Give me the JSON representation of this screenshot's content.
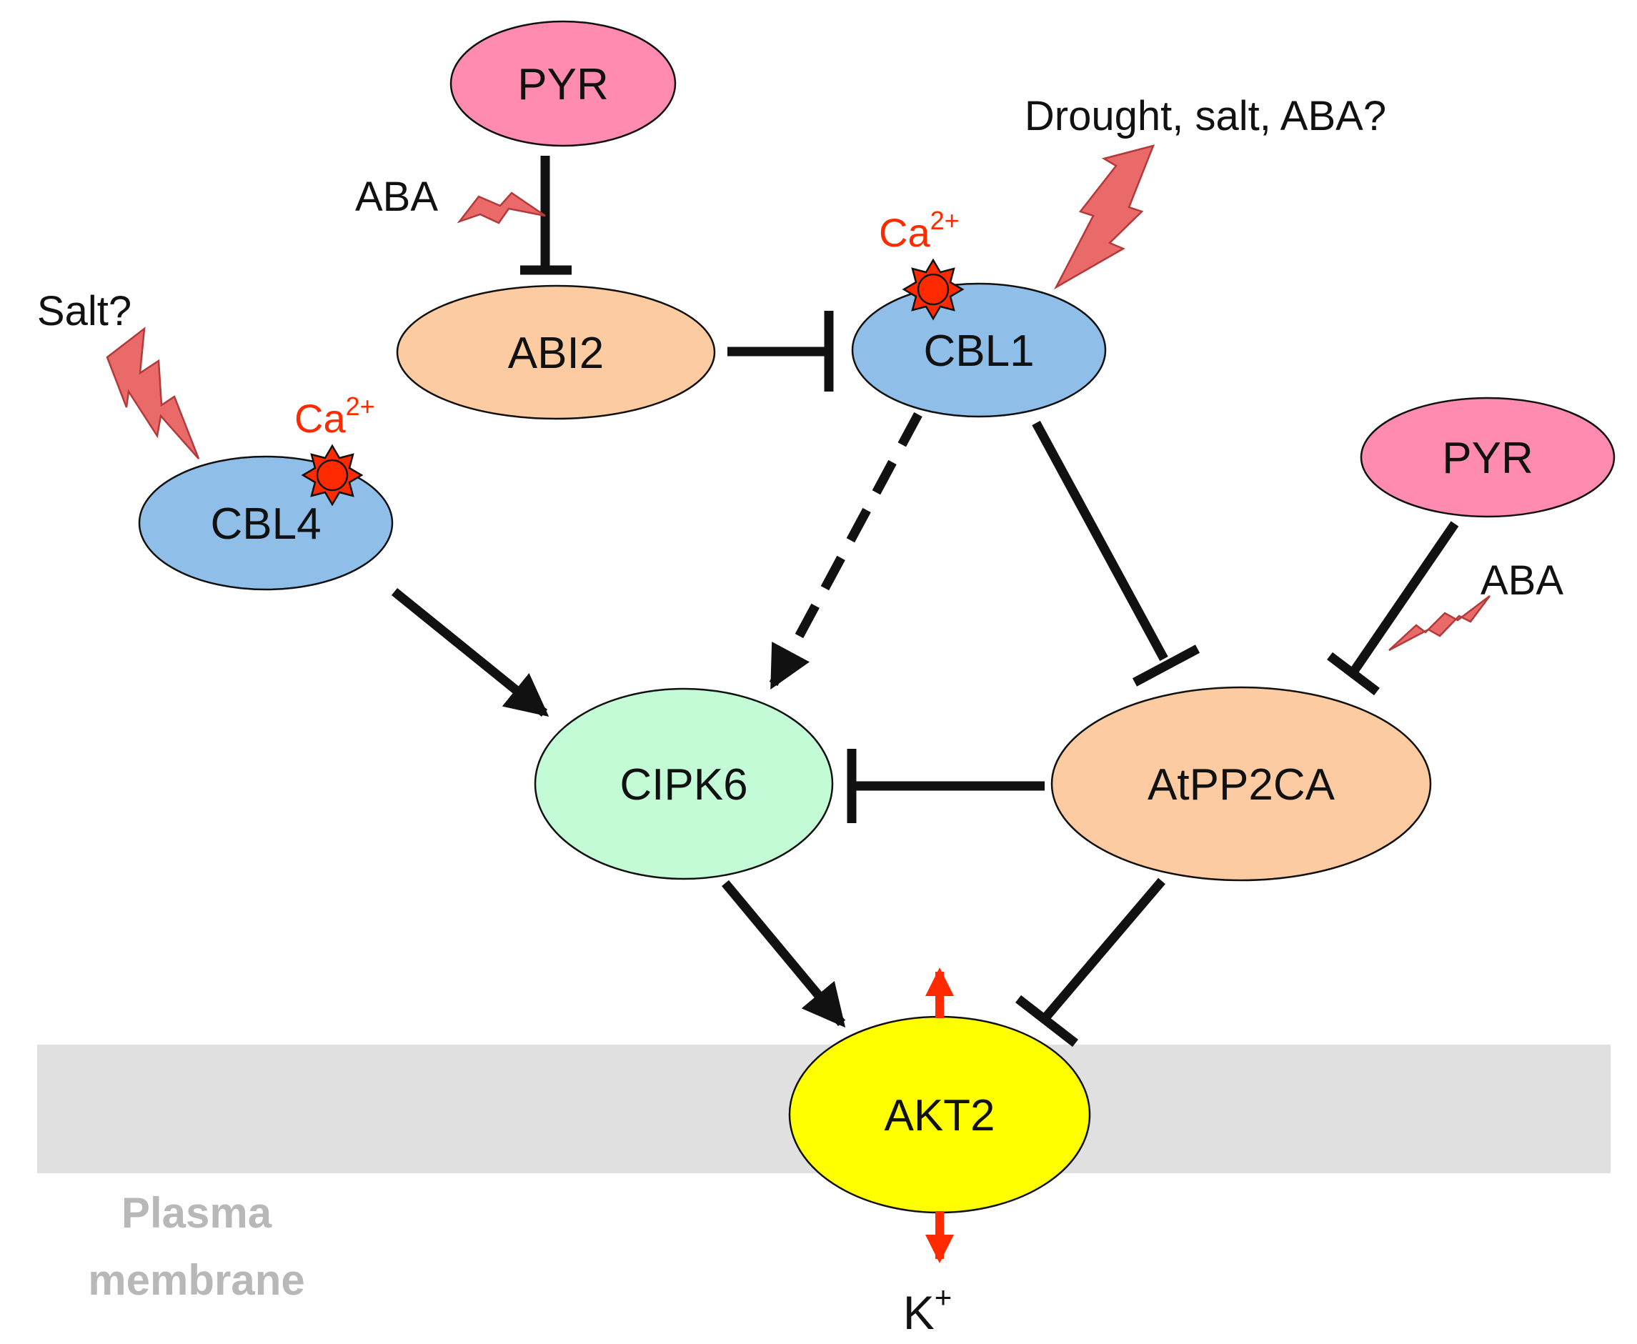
{
  "nodes": {
    "pyr_top": {
      "label": "PYR",
      "color": "#ff8cb0"
    },
    "abi2": {
      "label": "ABI2",
      "color": "#fdcba1"
    },
    "cbl1": {
      "label": "CBL1",
      "color": "#8fbfe9"
    },
    "cbl4": {
      "label": "CBL4",
      "color": "#8fbfe9"
    },
    "pyr_right": {
      "label": "PYR",
      "color": "#ff8cb0"
    },
    "cipk6": {
      "label": "CIPK6",
      "color": "#c2fbd6"
    },
    "atpp2ca": {
      "label": "AtPP2CA",
      "color": "#fdcba1"
    },
    "akt2": {
      "label": "AKT2",
      "color": "#ffff00"
    }
  },
  "stimuli": {
    "aba_top": "ABA",
    "drought": "Drought, salt, ABA?",
    "salt": "Salt?",
    "aba_right": "ABA"
  },
  "calcium": {
    "base": "Ca",
    "superscript": "2+",
    "color": "#ff2a00"
  },
  "membrane": {
    "line1": "Plasma",
    "line2": "membrane",
    "color": "#e0e0e0"
  },
  "ion": {
    "base": "K",
    "superscript": "+",
    "arrow_color": "#ff2a00"
  },
  "edges": [
    {
      "from": "PYR",
      "to": "ABI2",
      "type": "inhibition"
    },
    {
      "from": "ABI2",
      "to": "CBL1",
      "type": "inhibition"
    },
    {
      "from": "CBL1",
      "to": "CIPK6",
      "type": "activation (dashed)"
    },
    {
      "from": "CBL1",
      "to": "AtPP2CA",
      "type": "inhibition"
    },
    {
      "from": "CBL4",
      "to": "CIPK6",
      "type": "activation"
    },
    {
      "from": "PYR",
      "to": "AtPP2CA",
      "type": "inhibition"
    },
    {
      "from": "AtPP2CA",
      "to": "CIPK6",
      "type": "inhibition"
    },
    {
      "from": "CIPK6",
      "to": "AKT2",
      "type": "activation"
    },
    {
      "from": "AtPP2CA",
      "to": "AKT2",
      "type": "inhibition"
    }
  ]
}
